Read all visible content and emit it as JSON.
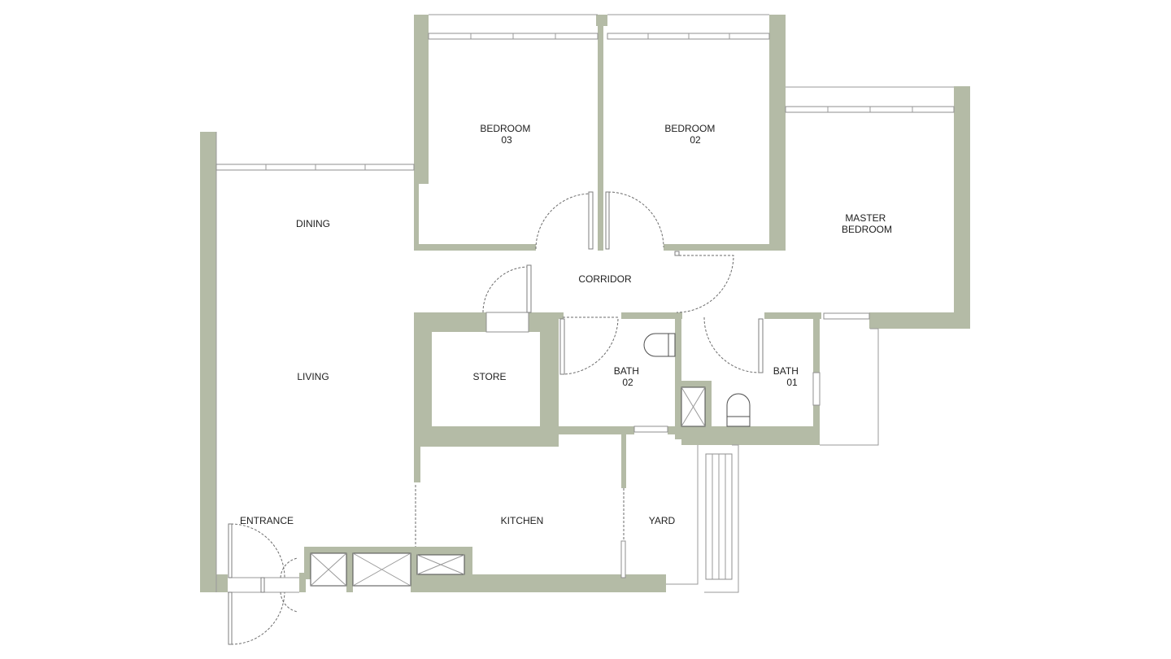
{
  "colors": {
    "wall": "#b4bba6",
    "background": "#ffffff",
    "text": "#1e1e1e"
  },
  "rooms": {
    "bedroom03": {
      "line1": "BEDROOM",
      "line2": "03"
    },
    "bedroom02": {
      "line1": "BEDROOM",
      "line2": "02"
    },
    "master": {
      "line1": "MASTER",
      "line2": "BEDROOM"
    },
    "dining": "DINING",
    "corridor": "CORRIDOR",
    "living": "LIVING",
    "store": "STORE",
    "bath02": {
      "line1": "BATH",
      "line2": "02"
    },
    "bath01": {
      "line1": "BATH",
      "line2": "01"
    },
    "entrance": "ENTRANCE",
    "kitchen": "KITCHEN",
    "yard": "YARD"
  }
}
